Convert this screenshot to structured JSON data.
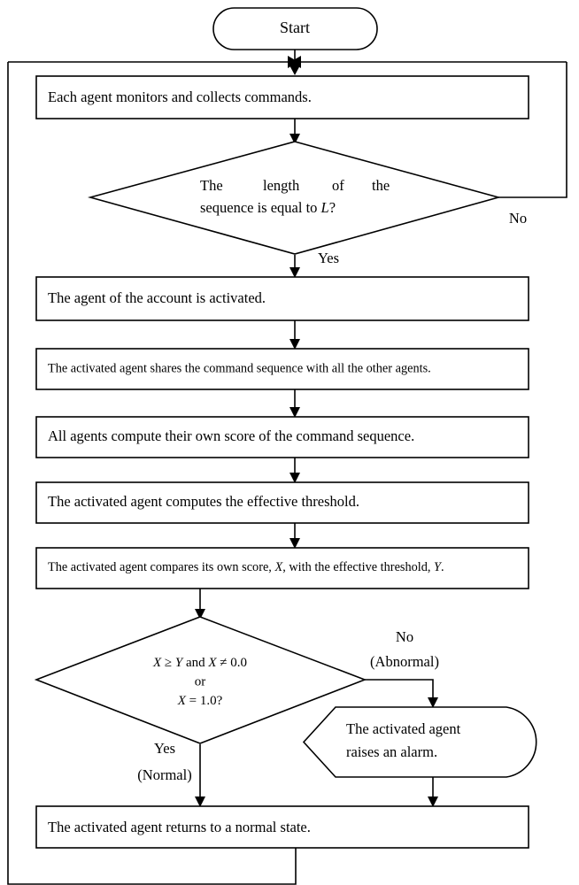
{
  "diagram": {
    "title": "Agent command-sequence anomaly detection flowchart",
    "background_color": "#ffffff",
    "line_color": "#000000",
    "nodes": {
      "start": {
        "label": "Start",
        "shape": "stadium"
      },
      "monitor": {
        "label": "Each agent monitors and collects commands.",
        "shape": "rectangle"
      },
      "decision_length": {
        "shape": "diamond",
        "line1_words": [
          "The",
          "length",
          "of",
          "the"
        ],
        "line2": "sequence is equal to ",
        "line2_var": "L",
        "line2_tail": "?"
      },
      "activate": {
        "label": "The agent of the account is activated.",
        "shape": "rectangle"
      },
      "share": {
        "label": "The activated agent shares the command sequence with all the other agents.",
        "shape": "rectangle"
      },
      "compute_score": {
        "label": "All agents compute their own score of the command sequence.",
        "shape": "rectangle"
      },
      "compute_threshold": {
        "label": "The activated agent computes the effective threshold.",
        "shape": "rectangle"
      },
      "compare": {
        "shape": "rectangle",
        "part1": "The activated agent compares its own score, ",
        "var1": "X",
        "part2": ", with the effective threshold, ",
        "var2": "Y",
        "part3": "."
      },
      "decision_score": {
        "shape": "diamond",
        "line1_a": "X",
        "line1_b": " ≥ ",
        "line1_c": "Y",
        "line1_d": " and ",
        "line1_e": "X",
        "line1_f": " ≠ 0.0",
        "line2": "or",
        "line3_a": "X",
        "line3_b": " = 1.0?"
      },
      "alarm": {
        "shape": "display",
        "line1": "The  activated  agent",
        "line2": "raises an alarm."
      },
      "normal_state": {
        "label": "The activated agent returns to a normal state.",
        "shape": "rectangle"
      }
    },
    "edge_labels": {
      "length_no": "No",
      "length_yes": "Yes",
      "score_no": "No",
      "score_no_sub": "(Abnormal)",
      "score_yes": "Yes",
      "score_yes_sub": "(Normal)"
    }
  }
}
